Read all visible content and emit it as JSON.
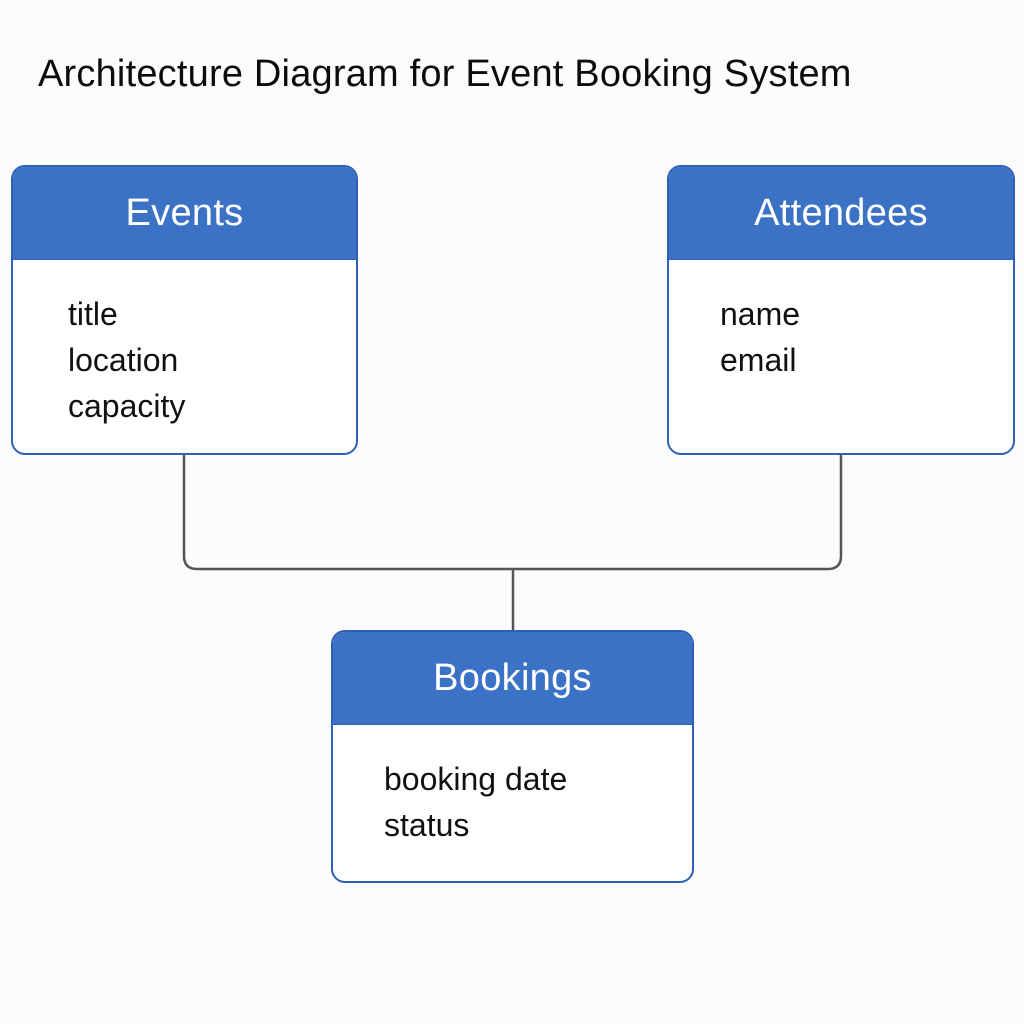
{
  "title": "Architecture Diagram for Event Booking System",
  "colors": {
    "header": "#3b72c5",
    "border": "#2f5fb8",
    "connector": "#555555",
    "background": "#fcfcfc"
  },
  "entities": {
    "events": {
      "name": "Events",
      "attributes": [
        "title",
        "location",
        "capacity"
      ]
    },
    "attendees": {
      "name": "Attendees",
      "attributes": [
        "name",
        "email"
      ]
    },
    "bookings": {
      "name": "Bookings",
      "attributes": [
        "booking date",
        "status"
      ]
    }
  }
}
